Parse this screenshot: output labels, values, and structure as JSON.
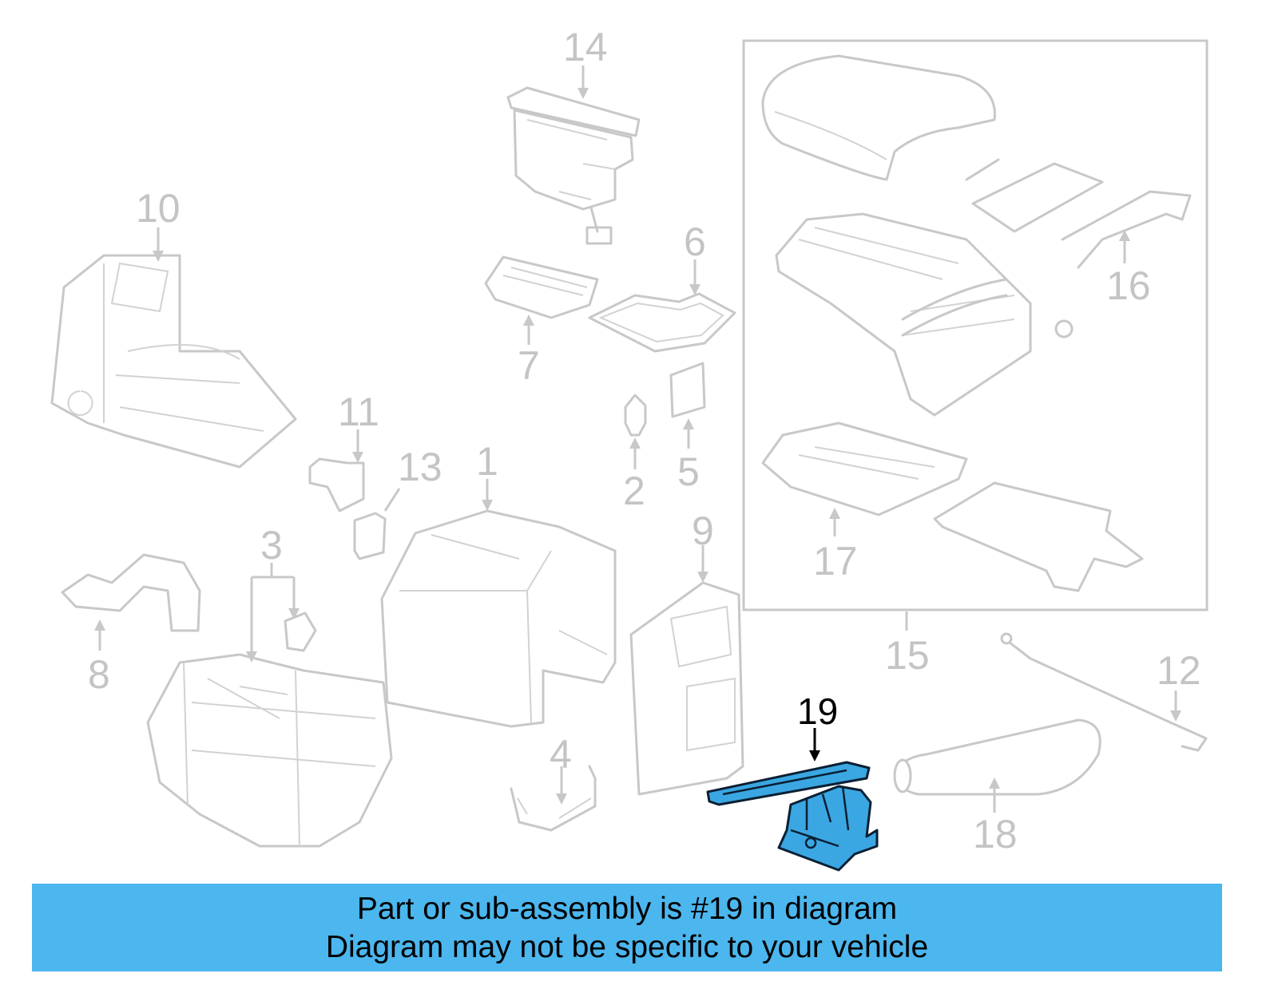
{
  "diagram": {
    "callouts": [
      "1",
      "2",
      "3",
      "4",
      "5",
      "6",
      "7",
      "8",
      "9",
      "10",
      "11",
      "12",
      "13",
      "14",
      "15",
      "16",
      "17",
      "18",
      "19"
    ],
    "highlighted": "19",
    "highlight_color": "#3aa7e2",
    "outline_color": "#c8c8c8"
  },
  "banner": {
    "line1": "Part or sub-assembly is #19 in diagram",
    "line2": "Diagram may not be specific to your vehicle",
    "background": "#4cb6ee"
  }
}
